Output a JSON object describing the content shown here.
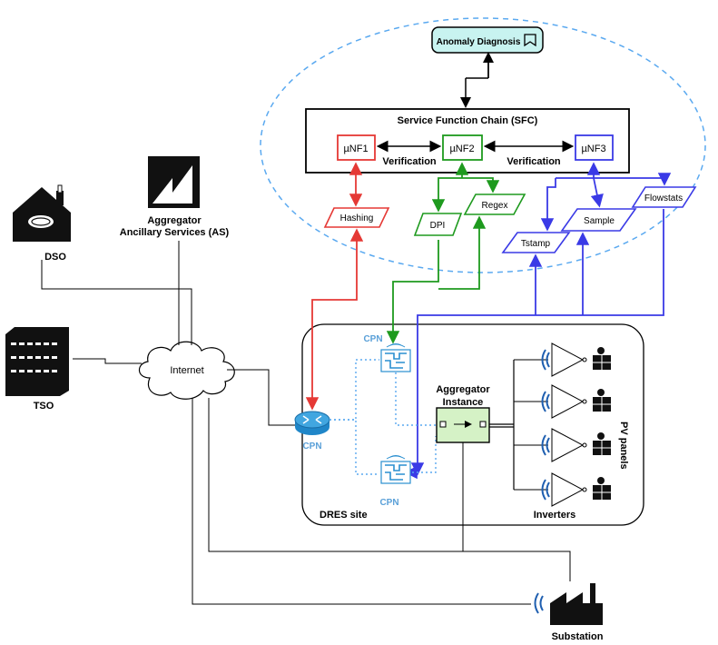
{
  "nodes": {
    "anomaly": "Anomaly Diagnosis",
    "sfc_title": "Service Function Chain (SFC)",
    "unf1": "µNF1",
    "unf2": "µNF2",
    "unf3": "µNF3",
    "verification_left": "Verification",
    "verification_right": "Verification",
    "hashing": "Hashing",
    "dpi": "DPI",
    "regex": "Regex",
    "tstamp": "Tstamp",
    "sample": "Sample",
    "flowstats": "Flowstats",
    "dso": "DSO",
    "tso": "TSO",
    "aggregator_as_line1": "Aggregator",
    "aggregator_as_line2": "Ancillary Services (AS)",
    "internet": "Internet",
    "cpn_top": "CPN",
    "cpn_router": "CPN",
    "cpn_bottom": "CPN",
    "aggregator_instance_line1": "Aggregator",
    "aggregator_instance_line2": "Instance",
    "dres_site": "DRES site",
    "inverters": "Inverters",
    "pv_panels": "PV panels",
    "substation": "Substation"
  },
  "colors": {
    "red": "#e53935",
    "green": "#1e9a1e",
    "blue": "#3a3ae6",
    "cyan_dash": "#5aa9f0",
    "cpn_text": "#5aa0d8",
    "agg_fill": "#d5f2c6",
    "anomaly_fill": "#c8f3f0"
  }
}
